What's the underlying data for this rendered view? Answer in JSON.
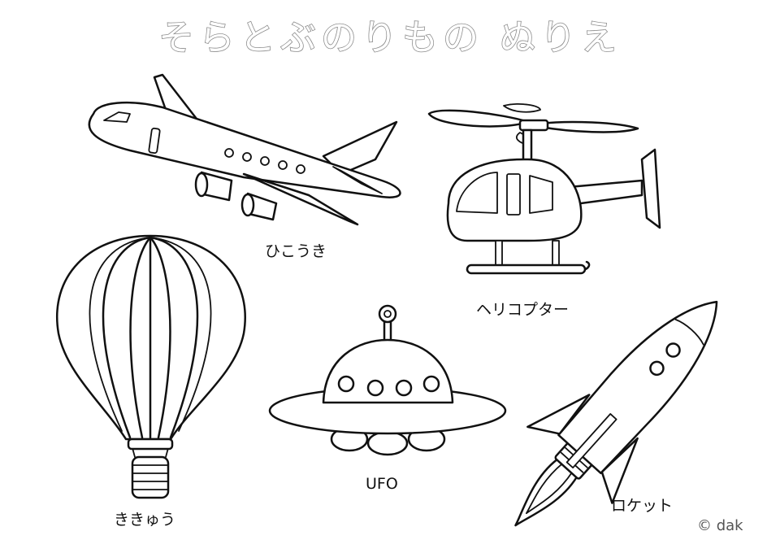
{
  "title": "そらとぶのりもの ぬりえ",
  "vehicles": [
    {
      "id": "airplane",
      "label": "ひこうき"
    },
    {
      "id": "helicopter",
      "label": "ヘリコプター"
    },
    {
      "id": "balloon",
      "label": "ききゅう"
    },
    {
      "id": "ufo",
      "label": "UFO"
    },
    {
      "id": "rocket",
      "label": "ロケット"
    }
  ],
  "credit": "© dak"
}
